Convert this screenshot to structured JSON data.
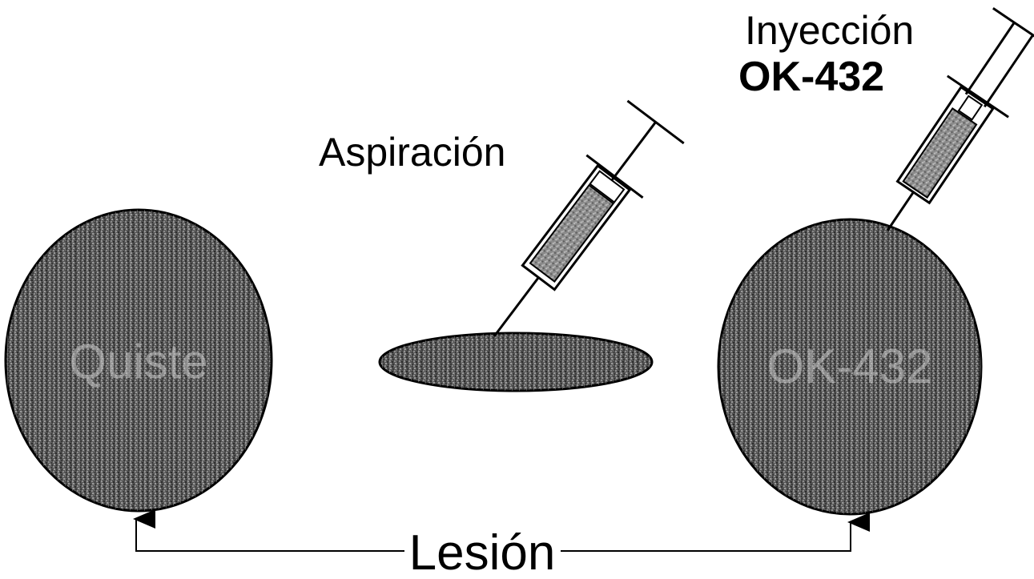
{
  "labels": {
    "aspiration": "Aspiración",
    "injection": "Inyección",
    "drug": "OK-432",
    "lesion": "Lesión",
    "cyst_inner": "Quiste",
    "treated_inner": "OK-432"
  },
  "colors": {
    "fill_dark": "#3a3a3a",
    "fill_texture": "#8c8c8c",
    "line": "#000000"
  },
  "icons": {
    "aspiration_tool": "syringe-icon",
    "injection_tool": "syringe-icon"
  }
}
